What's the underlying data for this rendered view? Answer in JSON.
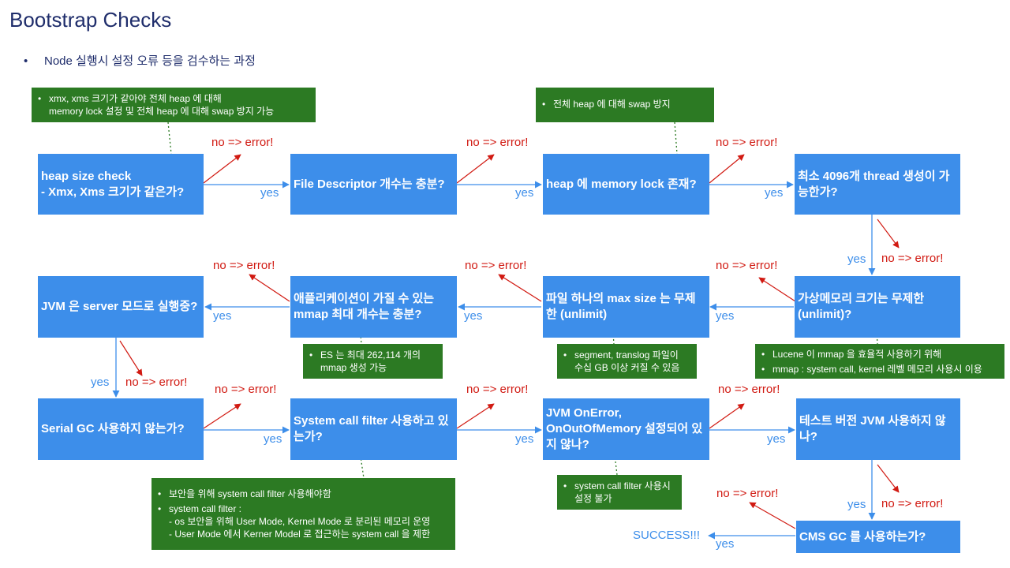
{
  "page": {
    "title": "Bootstrap Checks",
    "bullet": "Node 실행시 설정 오류 등을 검수하는 과정"
  },
  "boxes": {
    "heap_size": "heap size check\n- Xmx, Xms 크기가 같은가?",
    "file_descriptor": "File Descriptor 개수는 충분?",
    "memory_lock": "heap 에 memory lock 존재?",
    "thread": "최소 4096개 thread 생성이 가능한가?",
    "virtual_memory": "가상메모리 크기는 무제한 (unlimit)?",
    "max_file_size": "파일 하나의 max size 는 무제한 (unlimit)",
    "mmap": "애플리케이션이 가질 수 있는 mmap 최대 개수는 충분?",
    "jvm_server": "JVM 은 server 모드로 실행중?",
    "serial_gc": "Serial GC 사용하지 않는가?",
    "syscall_filter": "System call filter 사용하고 있는가?",
    "onerror": "JVM OnError, OnOutOfMemory 설정되어 있지 않나?",
    "test_jvm": "테스트 버전 JVM 사용하지 않나?",
    "cms_gc": "CMS GC 를 사용하는가?"
  },
  "notes": {
    "heap": [
      "xmx, xms 크기가 같아야 전체 heap 에 대해\nmemory lock 설정 및 전체 heap 에 대해 swap 방지 가능"
    ],
    "swap": [
      "전체 heap 에 대해 swap 방지"
    ],
    "lucene": [
      "Lucene 이 mmap 을 효율적 사용하기 위해",
      "mmap : system call, kernel 레벨 메모리 사용시 이용"
    ],
    "segment": [
      "segment, translog 파일이\n수십 GB 이상 커질 수 있음"
    ],
    "es_mmap": [
      "ES 는 최대 262,114 개의\nmmap 생성 가능"
    ],
    "security": [
      "보안을 위해 system call filter 사용해야함",
      "system call filter :\n- os 보안을 위해 User Mode, Kernel Mode 로 분리된 메모리 운영\n- User Mode 에서 Kerner Model 로 접근하는 system call 을 제한"
    ],
    "syscall_warn": [
      "system call filter 사용시\n설정 불가"
    ]
  },
  "labels": {
    "error": "no => error!",
    "yes": "yes",
    "success": "SUCCESS!!!"
  },
  "colors": {
    "title": "#1f2d6b",
    "box": "#3d8eea",
    "note": "#2c7a23",
    "error": "#d11a12",
    "yes": "#3d8eea"
  }
}
